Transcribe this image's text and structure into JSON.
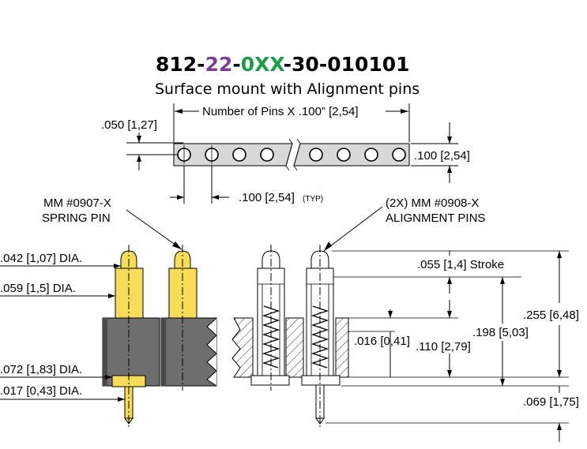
{
  "part_number": {
    "prefix": "812-",
    "pins": "22",
    "sep1": "-",
    "variant": "0XX",
    "suffix": "-30-010101",
    "colors": {
      "base": "#000000",
      "pins": "#7b3f98",
      "variant": "#1a9d49"
    }
  },
  "subtitle": "Surface mount with Alignment pins",
  "dimensions": {
    "pin_count_span": "Number of Pins X .100” [2,54]",
    "edge_offset": ".050 [1,27]",
    "header_width": ".100 [2,54]",
    "pitch": ".100 [2,54]",
    "pitch_note": "(TYP)",
    "tip_diameter": ".042 [1,07] DIA.",
    "barrel_diameter": ".059 [1,5] DIA.",
    "tail_diameter": ".072 [1,83] DIA.",
    "post_diameter": ".017 [0,43] DIA.",
    "stroke": ".055 [1,4] Stroke",
    "height_total": ".255 [6,48]",
    "height_mid": ".198 [5,03]",
    "height_low": ".110 [2,79]",
    "plunger_gap": ".016 [0,41]",
    "tail_length": ".069 [1,75]"
  },
  "callouts": {
    "spring_pin_line1": "MM #0907-X",
    "spring_pin_line2": "SPRING PIN",
    "alignment_line1": "(2X) MM #0908-X",
    "alignment_line2": "ALIGNMENT PINS"
  },
  "colors": {
    "gold": "#f7dc5a",
    "gold_shade": "#e0b520",
    "housing": "#6e6e6e",
    "housing_dark": "#4a4a4a"
  }
}
